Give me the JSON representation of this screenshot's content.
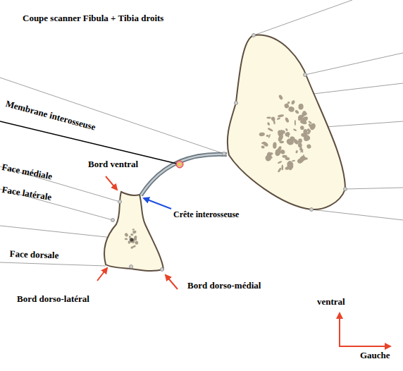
{
  "diagram": {
    "title": "Coupe scanner Fibula + Tibia droits",
    "labels": [
      "Membrane interosseuse",
      "Bord ventral",
      "Face médiale",
      "Face latérale",
      "Crête interosseuse",
      "Face dorsale",
      "Bord dorso-médial",
      "Bord dorso-latéral",
      "ventral",
      "Gauche"
    ]
  }
}
